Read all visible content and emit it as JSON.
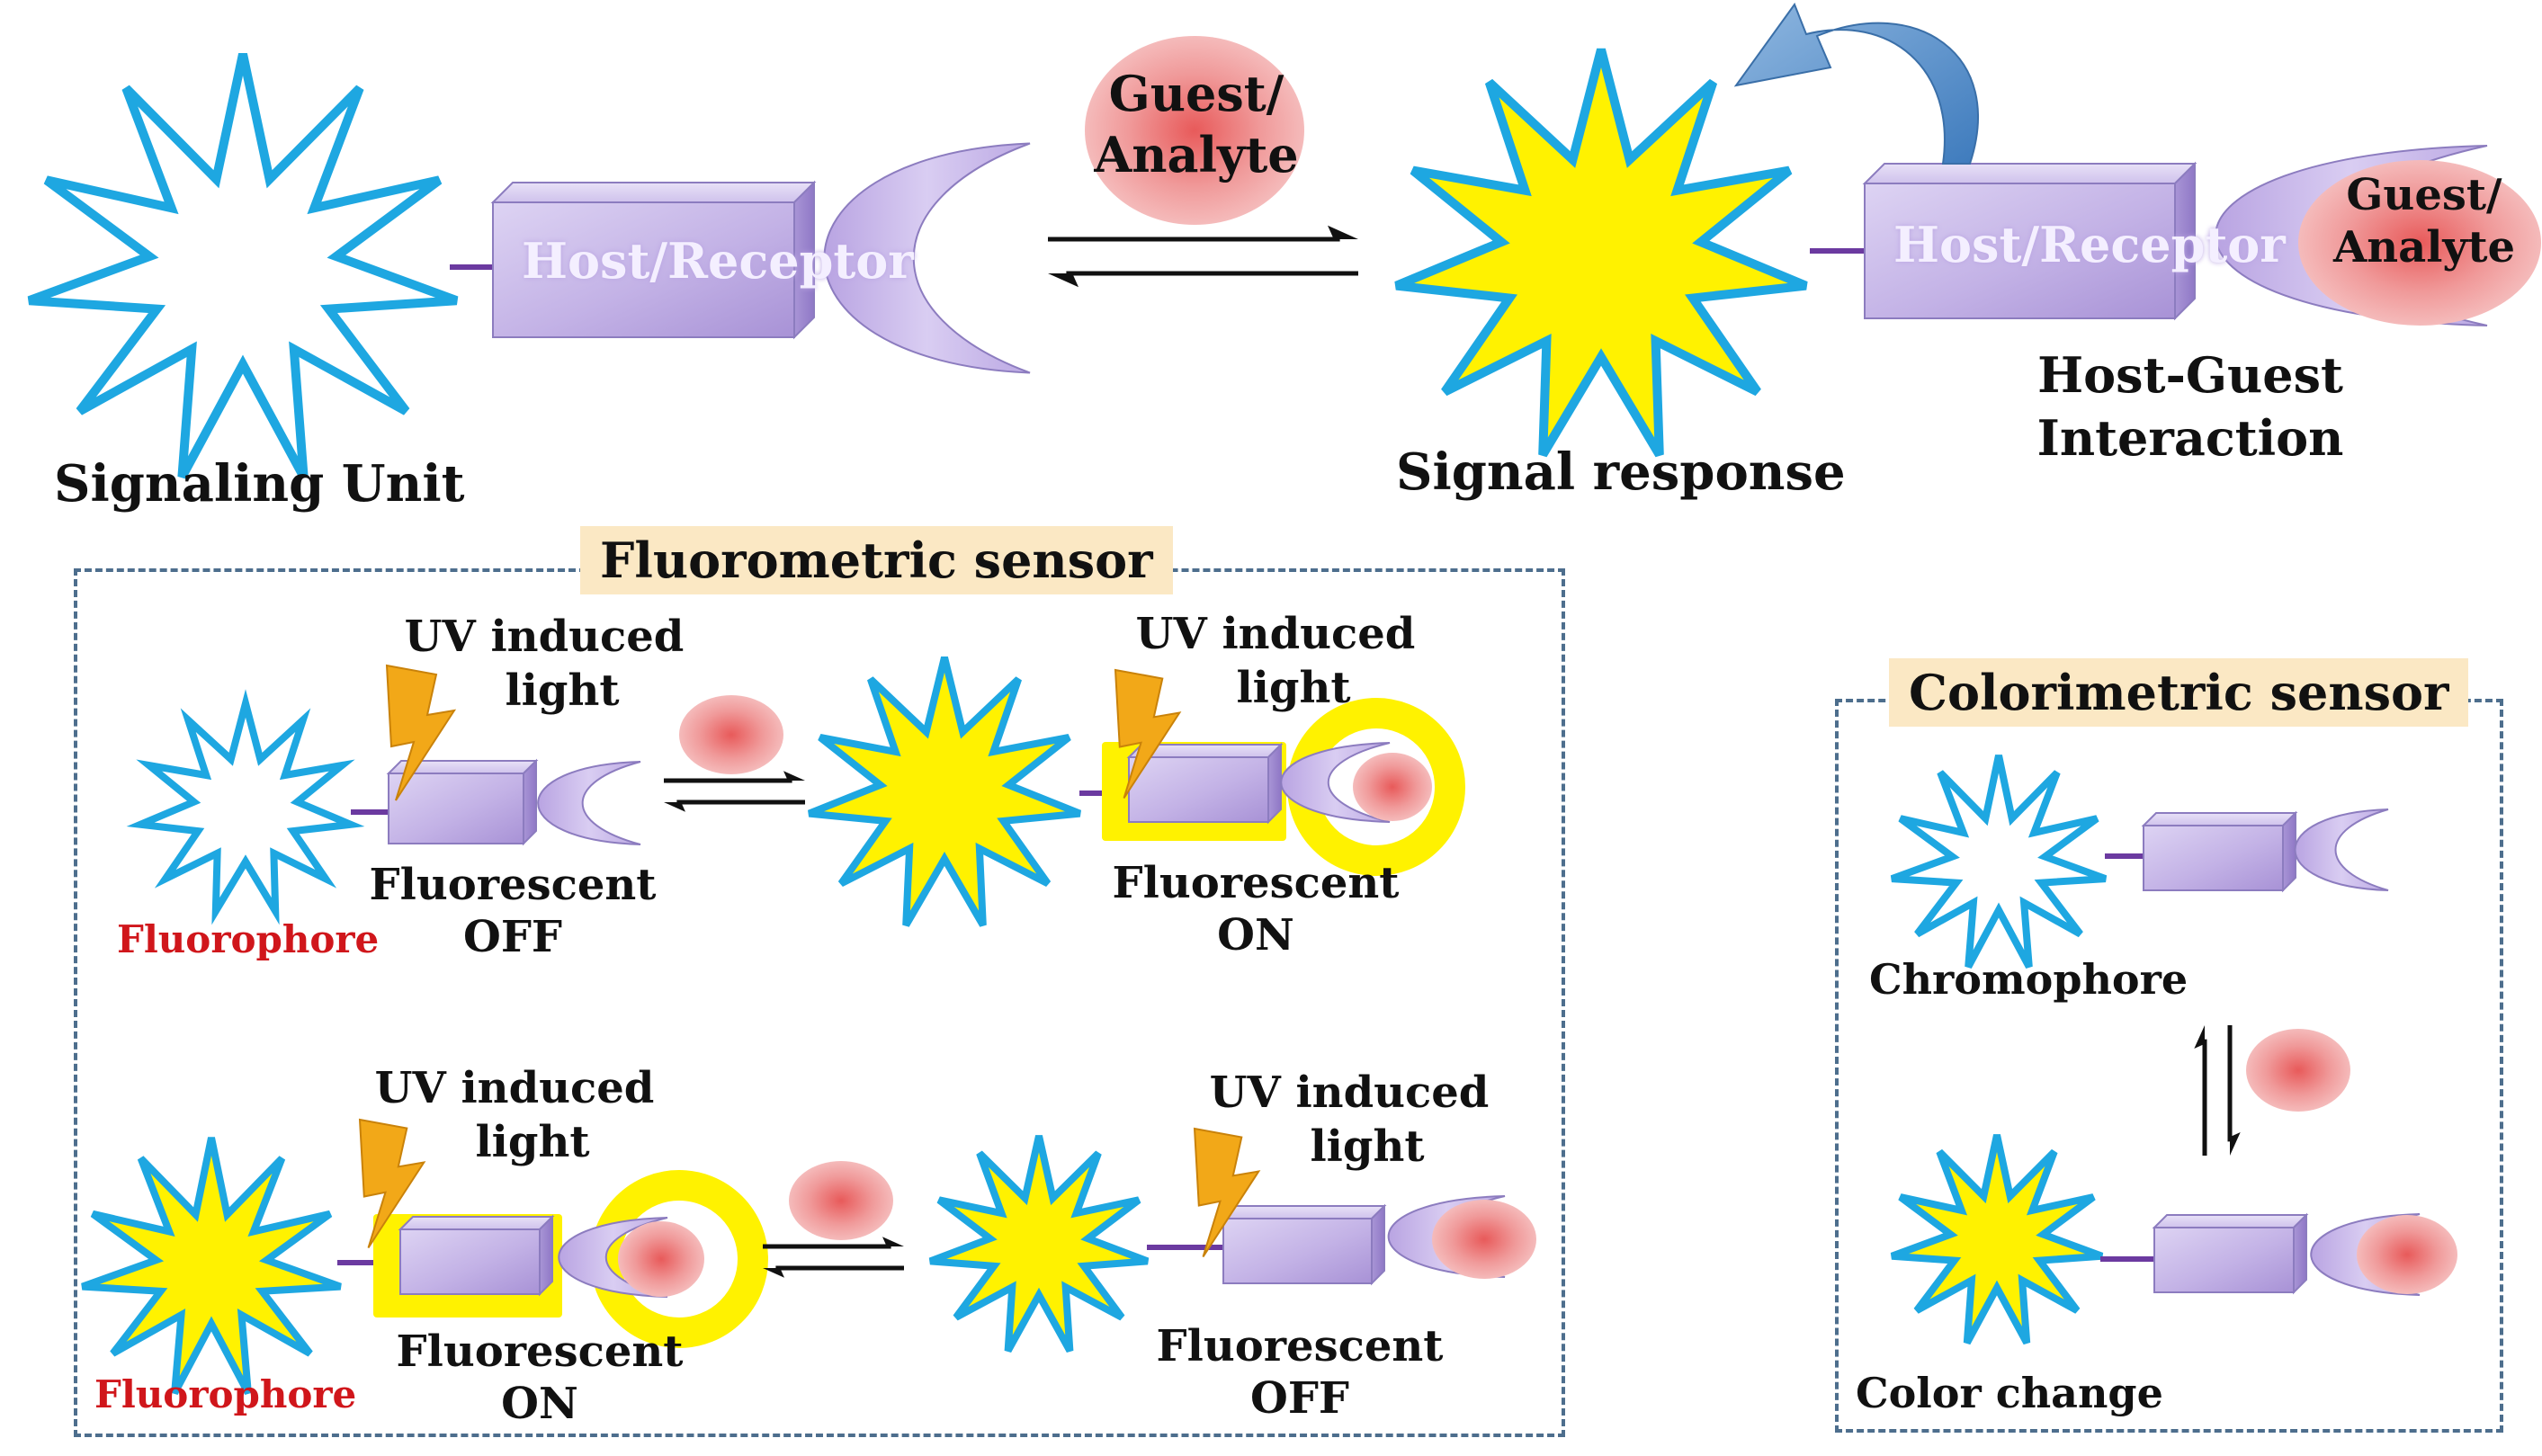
{
  "top": {
    "signaling_unit": "Signaling Unit",
    "host_receptor_left": "Host/Receptor",
    "guest_analyte_bubble": "Guest/\nAnalyte",
    "signal_response": "Signal response",
    "host_receptor_right": "Host/Receptor",
    "guest_analyte_bound": "Guest/\nAnalyte",
    "host_guest_line1": "Host-Guest",
    "host_guest_line2": "Interaction"
  },
  "fluorometric": {
    "title": "Fluorometric sensor",
    "row1": {
      "uv_left_1": "UV induced",
      "uv_left_2": "light",
      "fluorophore": "Fluorophore",
      "state_left_1": "Fluorescent",
      "state_left_2": "OFF",
      "uv_right_1": "UV induced",
      "uv_right_2": "light",
      "state_right_1": "Fluorescent",
      "state_right_2": "ON"
    },
    "row2": {
      "uv_left_1": "UV induced",
      "uv_left_2": "light",
      "fluorophore": "Fluorophore",
      "state_left_1": "Fluorescent",
      "state_left_2": "ON",
      "uv_right_1": "UV induced",
      "uv_right_2": "light",
      "state_right_1": "Fluorescent",
      "state_right_2": "OFF"
    }
  },
  "colorimetric": {
    "title": "Colorimetric sensor",
    "chromophore": "Chromophore",
    "color_change": "Color change"
  },
  "colors": {
    "star_outline": "#1ea7e1",
    "star_fill_active": "#fff200",
    "receptor_fill": "#c8b8e8",
    "analyte_fill": "#f08a8a",
    "glow": "#fff200",
    "lightning": "#f2a818",
    "fluorophore_label": "#d0161b",
    "box_border": "#4d6e8d",
    "title_bg": "#fbe8c4",
    "curved_arrow": "#4a86c5"
  }
}
